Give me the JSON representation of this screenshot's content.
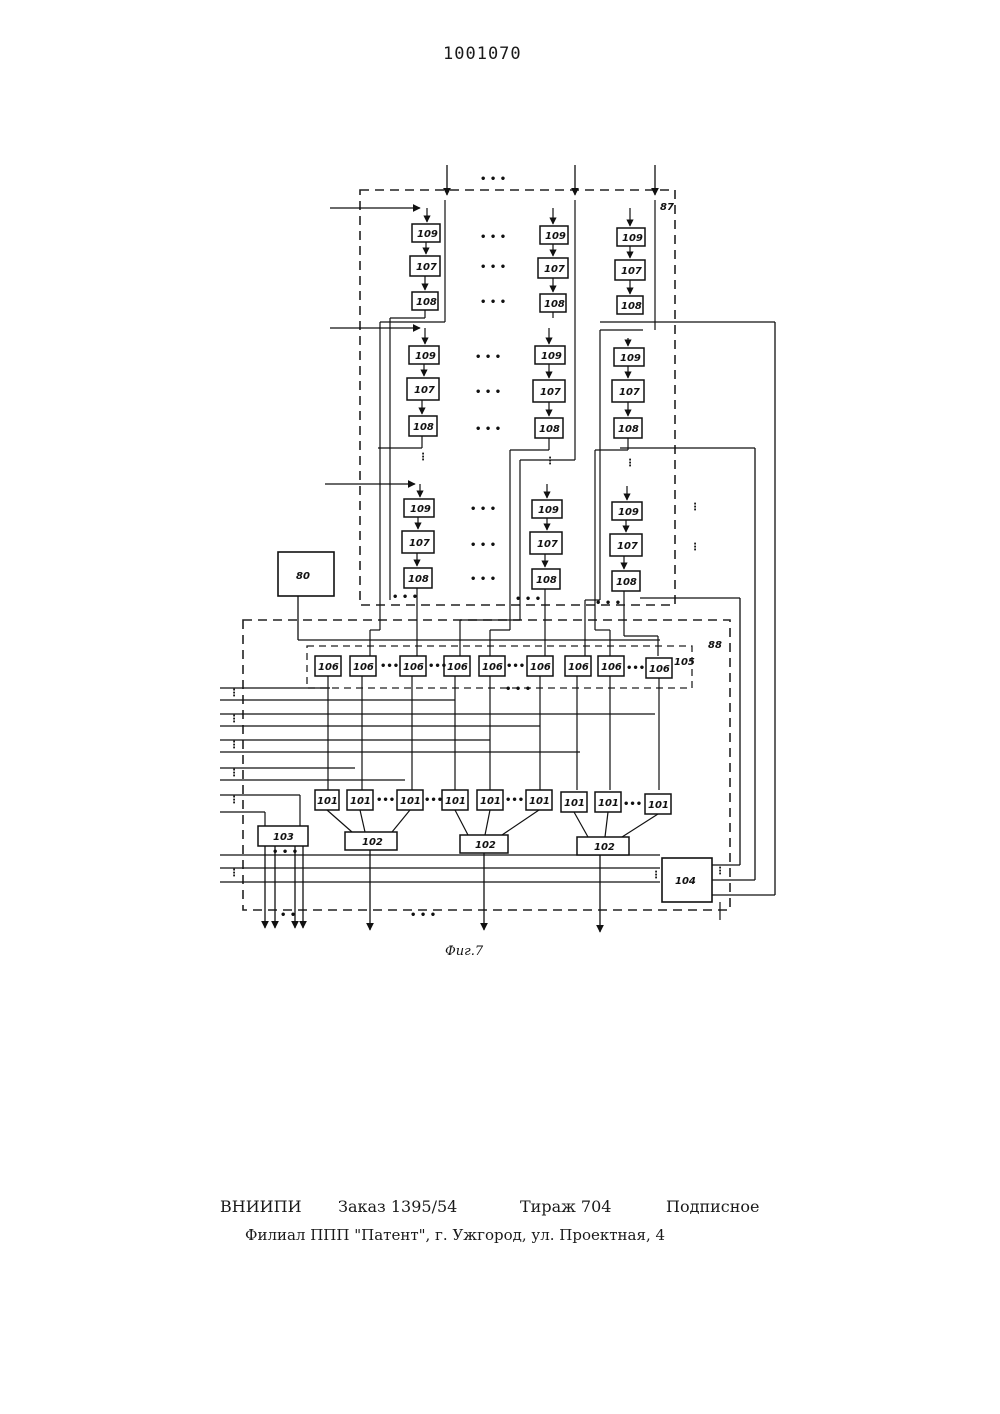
{
  "header": {
    "patent_number": "1001070"
  },
  "figure": {
    "caption": "Фиг.7",
    "group_labels": {
      "top_block": "87",
      "bottom_block": "88",
      "row_105": "105",
      "block_80": "80"
    },
    "block_labels": {
      "b109": "109",
      "b107": "107",
      "b108": "108",
      "b106": "106",
      "b101": "101",
      "b102": "102",
      "b103": "103",
      "b104": "104"
    }
  },
  "footer": {
    "org": "ВНИИПИ",
    "order": "Заказ 1395/54",
    "circulation": "Тираж 704",
    "subscription": "Подписное",
    "branch": "Филиал ППП \"Патент\", г. Ужгород, ул. Проектная, 4"
  }
}
